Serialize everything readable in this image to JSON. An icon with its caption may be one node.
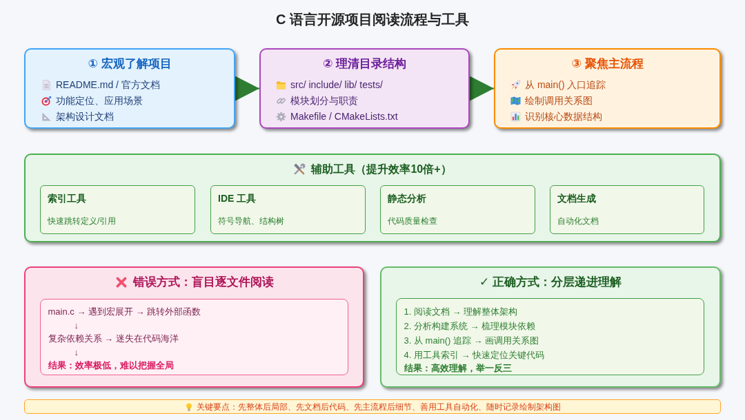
{
  "diagram": {
    "title": "C 语言开源项目阅读流程与工具",
    "nodes": [
      {
        "text": [
          "① 宏观了解项目",
          "README.md / 官方文档",
          "功能定位、应用场景",
          "架构设计文档"
        ]
      },
      {
        "text": [
          "② 理清目录结构",
          "src/ include/ lib/ tests/",
          "模块划分与职责",
          "Makefile / CMakeLists.txt"
        ]
      },
      {
        "text": [
          "③ 聚焦主流程",
          "从 main() 入口追踪",
          "绘制调用关系图",
          "识别核心数据结构"
        ]
      },
      {
        "text": [
          "辅助工具（提升效率10倍+）"
        ]
      },
      {
        "text": [
          "索引工具",
          "快速跳转定义/引用"
        ],
        "in": 3
      },
      {
        "text": [
          "IDE 工具",
          "符号导航、结构树"
        ],
        "in": 3
      },
      {
        "text": [
          "静态分析",
          "代码质量检查"
        ],
        "in": 3
      },
      {
        "text": [
          "文档生成",
          "自动化文档"
        ],
        "in": 3
      },
      {
        "text": [
          "错误方式：盲目逐文件阅读"
        ]
      },
      {
        "text": [
          "main.c → 遇到宏展开 → 跳转外部函数",
          "↓",
          "复杂依赖关系 → 迷失在代码海洋",
          "↓",
          "结果：效率极低，难以把握全局"
        ],
        "in": 8
      },
      {
        "text": [
          "✓ 正确方式：分层递进理解"
        ]
      },
      {
        "text": [
          "1. 阅读文档 → 理解整体架构",
          "2. 分析构建系统 → 梳理模块依赖",
          "3. 从 main() 追踪 → 画调用关系图",
          "4. 用工具索引 → 快速定位关键代码",
          "结果：高效理解，举一反三"
        ],
        "in": 10
      },
      {
        "text": [
          "关键要点：先整体后局部、先文档后代码、先主流程后细节、善用工具自动化、随时记录绘制架构图"
        ]
      }
    ],
    "edges": [
      {
        "from": 0,
        "to": 1,
        "arrow": "to"
      },
      {
        "from": 1,
        "to": 2,
        "arrow": "to"
      }
    ]
  }
}
